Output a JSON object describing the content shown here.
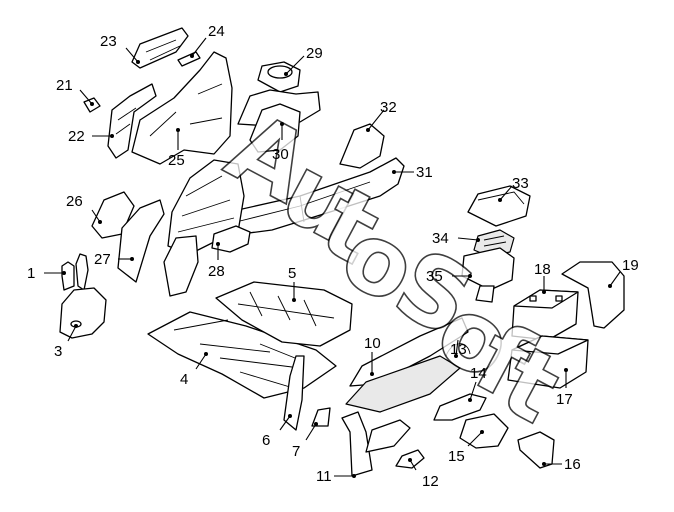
{
  "diagram": {
    "watermark": {
      "text": "AutoSoft",
      "letters": [
        "A",
        "u",
        "t",
        "o",
        "S",
        "o",
        "f",
        "t"
      ]
    },
    "callouts": [
      {
        "number": "1"
      },
      {
        "number": "3"
      },
      {
        "number": "4"
      },
      {
        "number": "5"
      },
      {
        "number": "6"
      },
      {
        "number": "7"
      },
      {
        "number": "10"
      },
      {
        "number": "11"
      },
      {
        "number": "12"
      },
      {
        "number": "13"
      },
      {
        "number": "14"
      },
      {
        "number": "15"
      },
      {
        "number": "16"
      },
      {
        "number": "17"
      },
      {
        "number": "18"
      },
      {
        "number": "19"
      },
      {
        "number": "21"
      },
      {
        "number": "22"
      },
      {
        "number": "23"
      },
      {
        "number": "24"
      },
      {
        "number": "25"
      },
      {
        "number": "26"
      },
      {
        "number": "27"
      },
      {
        "number": "28"
      },
      {
        "number": "29"
      },
      {
        "number": "30"
      },
      {
        "number": "31"
      },
      {
        "number": "32"
      },
      {
        "number": "33"
      },
      {
        "number": "34"
      },
      {
        "number": "35"
      }
    ]
  }
}
